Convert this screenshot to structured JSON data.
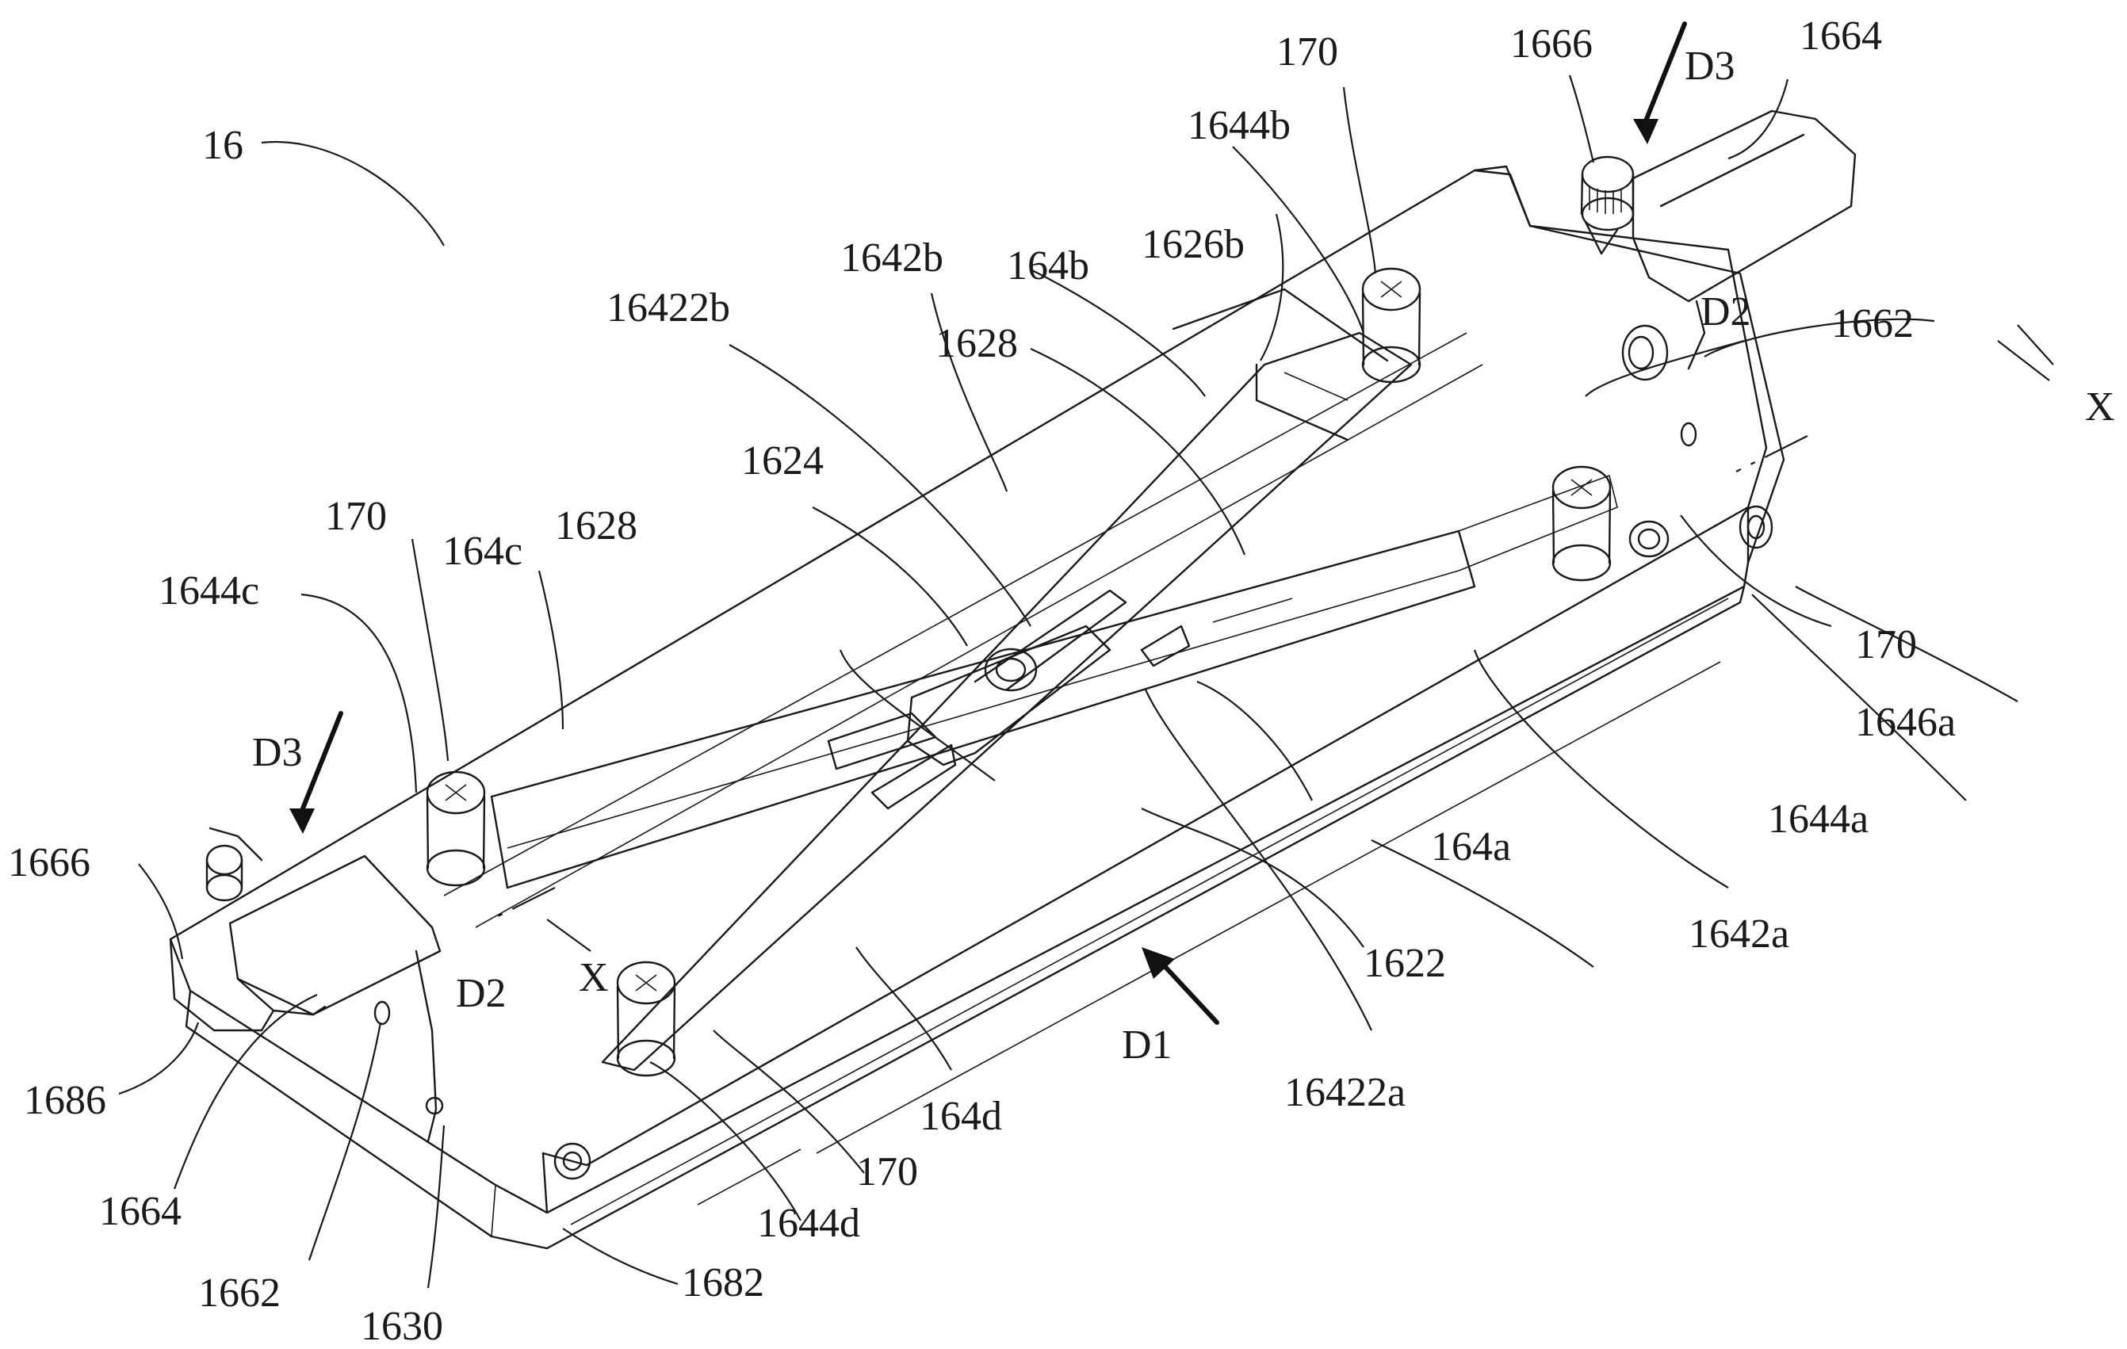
{
  "figure": {
    "labels": {
      "l_16": "16",
      "l_170_top": "170",
      "l_1666_top": "1666",
      "l_D3_top": "D3",
      "l_1664_top": "1664",
      "l_1644b": "1644b",
      "l_1642b": "1642b",
      "l_164b": "164b",
      "l_1626b": "1626b",
      "l_16422b": "16422b",
      "l_1628_top": "1628",
      "l_D2_top": "D2",
      "l_1662_top": "1662",
      "l_X_right": "X",
      "l_1624": "1624",
      "l_170_left": "170",
      "l_164c": "164c",
      "l_1628_left": "1628",
      "l_1644c": "1644c",
      "l_170_right": "170",
      "l_1646a": "1646a",
      "l_D3_left": "D3",
      "l_1644a": "1644a",
      "l_164a": "164a",
      "l_1666_left": "1666",
      "l_1642a": "1642a",
      "l_X_left": "X",
      "l_D2_left": "D2",
      "l_1622": "1622",
      "l_D1": "D1",
      "l_1686": "1686",
      "l_164d": "164d",
      "l_16422a": "16422a",
      "l_170_bottom": "170",
      "l_1664_bottom": "1664",
      "l_1644d": "1644d",
      "l_1662_bottom": "1662",
      "l_1682": "1682",
      "l_1630": "1630"
    }
  }
}
